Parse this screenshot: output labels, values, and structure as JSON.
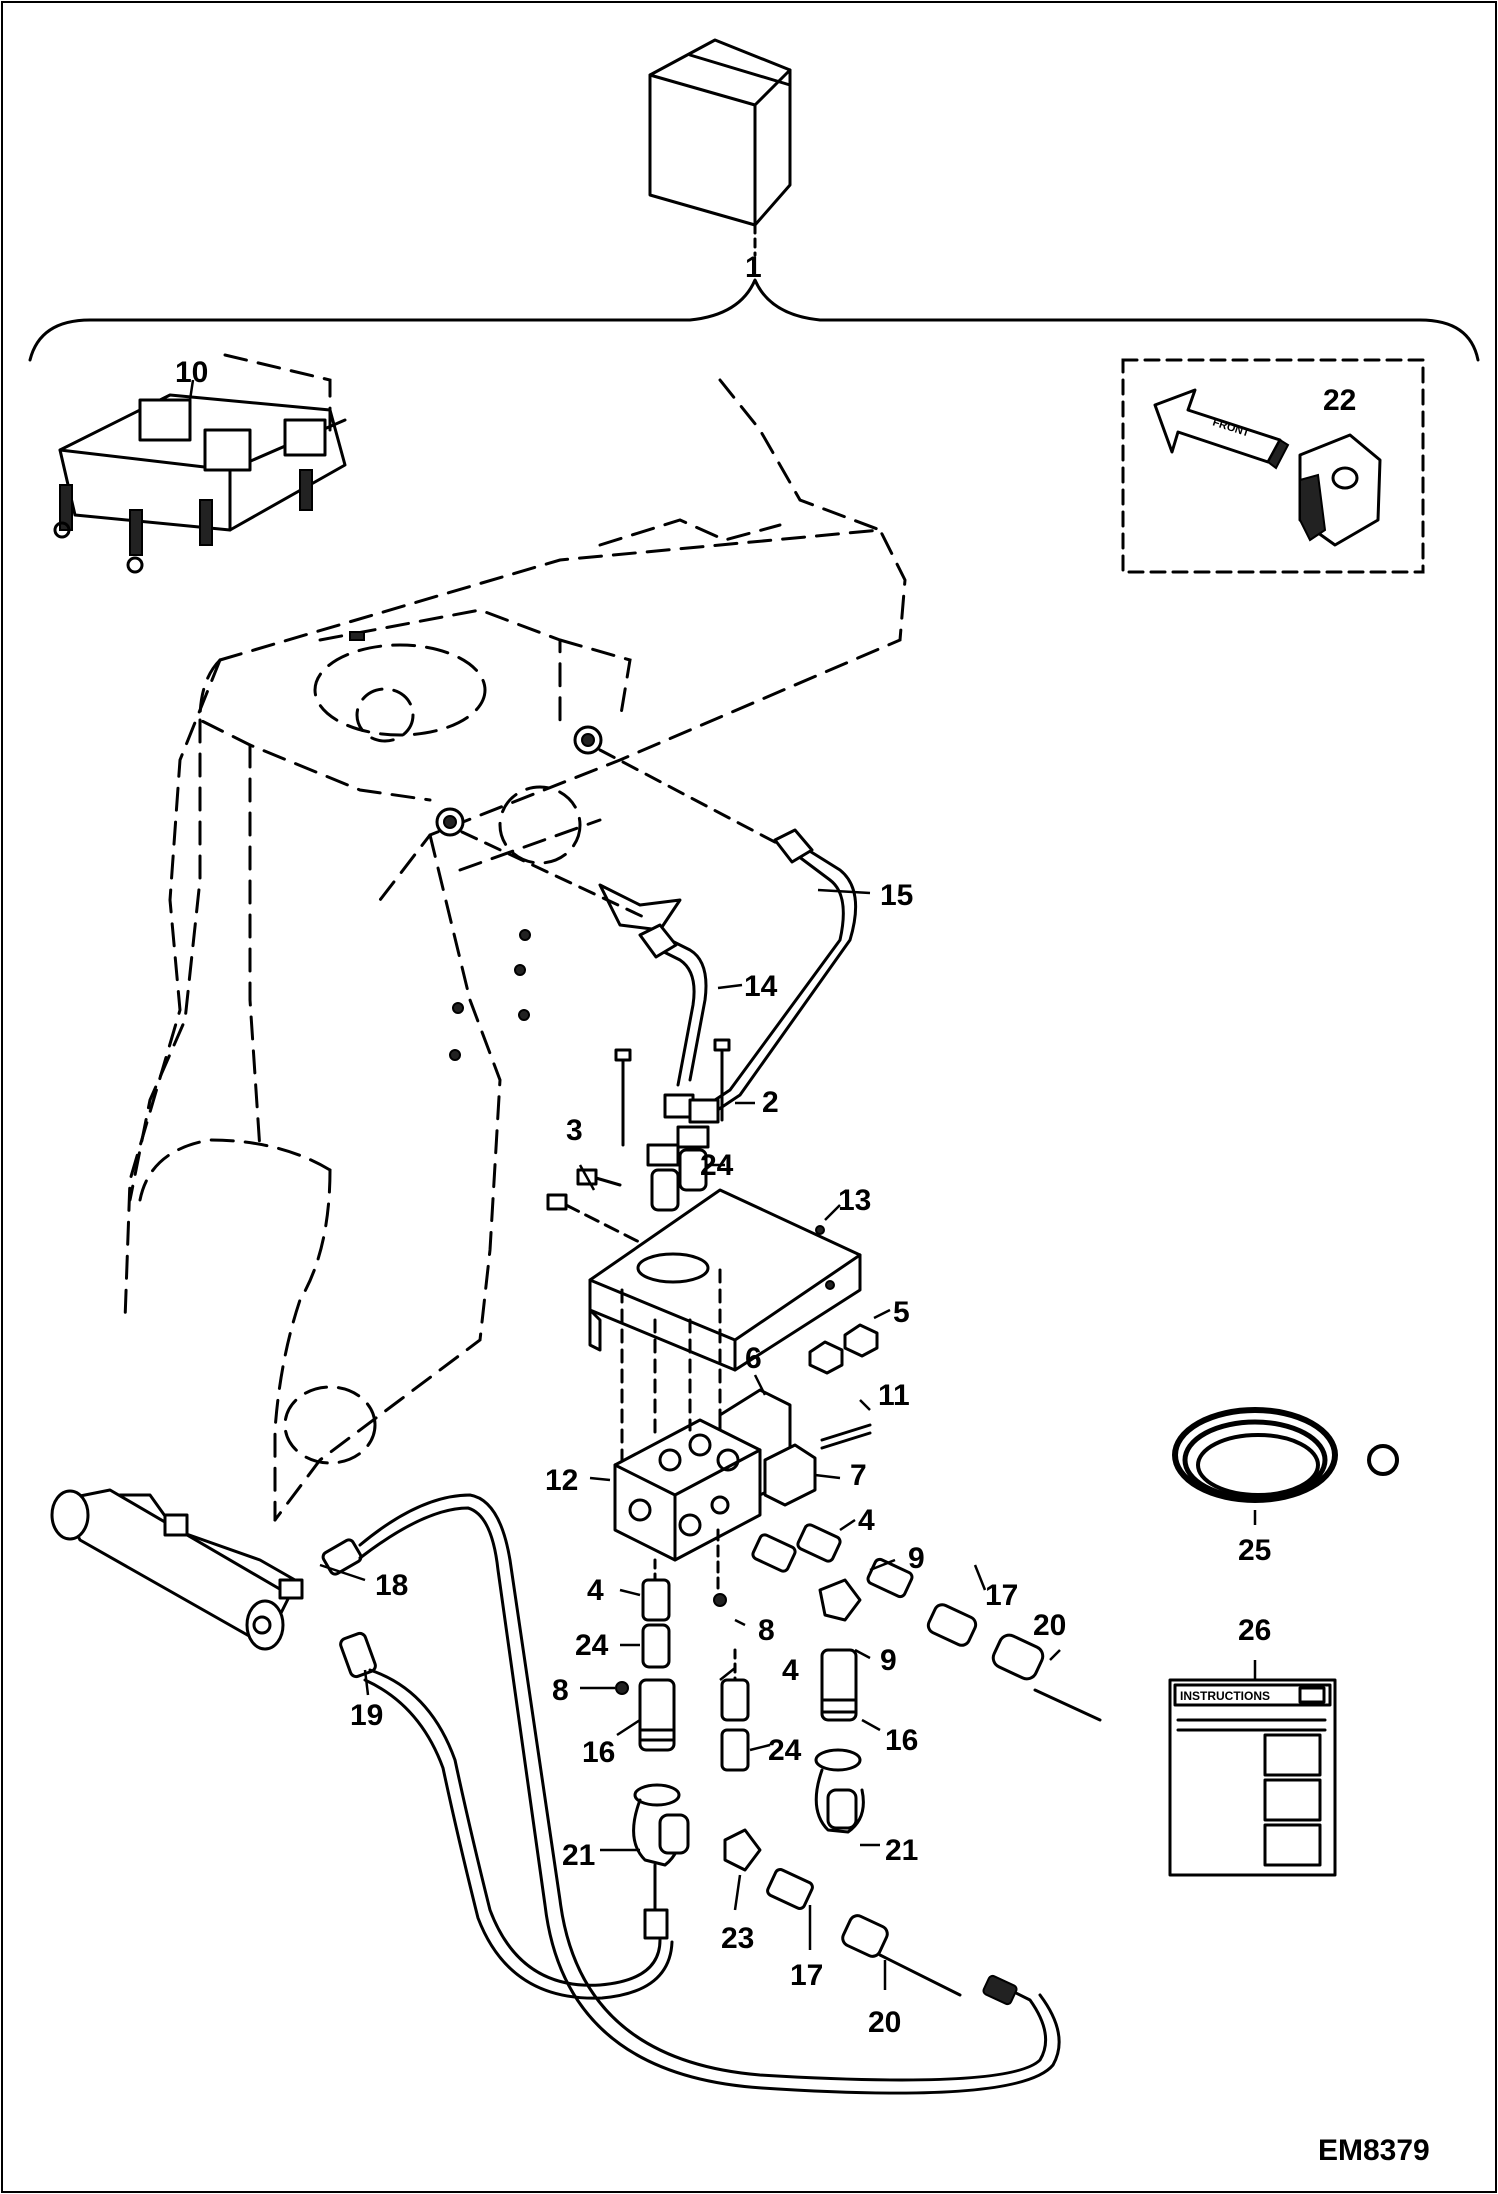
{
  "drawing_code": "EM8379",
  "callouts": [
    {
      "id": "c1",
      "label": "1"
    },
    {
      "id": "c2",
      "label": "2"
    },
    {
      "id": "c3",
      "label": "3"
    },
    {
      "id": "c4a",
      "label": "4"
    },
    {
      "id": "c4b",
      "label": "4"
    },
    {
      "id": "c4c",
      "label": "4"
    },
    {
      "id": "c5",
      "label": "5"
    },
    {
      "id": "c6",
      "label": "6"
    },
    {
      "id": "c7",
      "label": "7"
    },
    {
      "id": "c8a",
      "label": "8"
    },
    {
      "id": "c8b",
      "label": "8"
    },
    {
      "id": "c9a",
      "label": "9"
    },
    {
      "id": "c9b",
      "label": "9"
    },
    {
      "id": "c10",
      "label": "10"
    },
    {
      "id": "c11",
      "label": "11"
    },
    {
      "id": "c12",
      "label": "12"
    },
    {
      "id": "c13",
      "label": "13"
    },
    {
      "id": "c14",
      "label": "14"
    },
    {
      "id": "c15",
      "label": "15"
    },
    {
      "id": "c16a",
      "label": "16"
    },
    {
      "id": "c16b",
      "label": "16"
    },
    {
      "id": "c17a",
      "label": "17"
    },
    {
      "id": "c17b",
      "label": "17"
    },
    {
      "id": "c18",
      "label": "18"
    },
    {
      "id": "c19",
      "label": "19"
    },
    {
      "id": "c20a",
      "label": "20"
    },
    {
      "id": "c20b",
      "label": "20"
    },
    {
      "id": "c21a",
      "label": "21"
    },
    {
      "id": "c21b",
      "label": "21"
    },
    {
      "id": "c22",
      "label": "22"
    },
    {
      "id": "c23",
      "label": "23"
    },
    {
      "id": "c24a",
      "label": "24"
    },
    {
      "id": "c24b",
      "label": "24"
    },
    {
      "id": "c24c",
      "label": "24"
    },
    {
      "id": "c25",
      "label": "25"
    },
    {
      "id": "c26",
      "label": "26"
    }
  ],
  "decal_text": "FRONT",
  "manual_title": "INSTRUCTIONS"
}
